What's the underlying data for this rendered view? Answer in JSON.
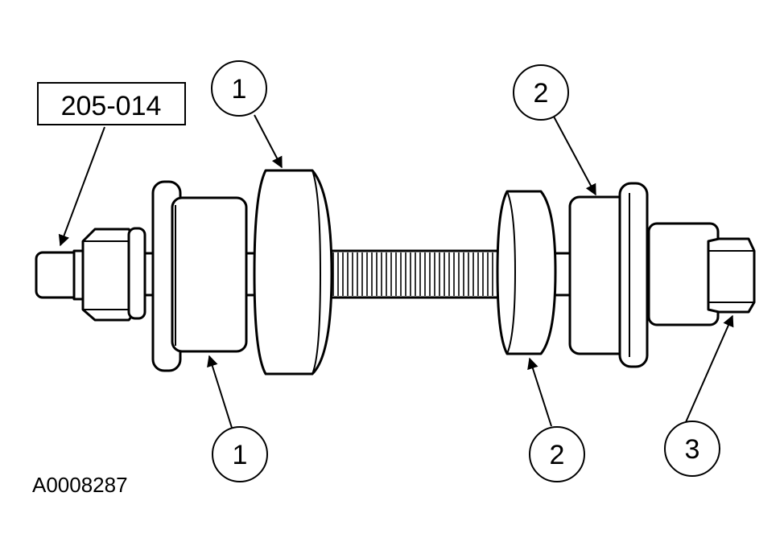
{
  "diagram": {
    "tool_number": "205-014",
    "figure_id": "A0008287",
    "callouts": [
      {
        "id": "callout-1-top",
        "label": "1"
      },
      {
        "id": "callout-1-bottom",
        "label": "1"
      },
      {
        "id": "callout-2-top",
        "label": "2"
      },
      {
        "id": "callout-2-bottom",
        "label": "2"
      },
      {
        "id": "callout-3",
        "label": "3"
      }
    ],
    "colors": {
      "line": "#000000",
      "fill": "#ffffff"
    }
  }
}
